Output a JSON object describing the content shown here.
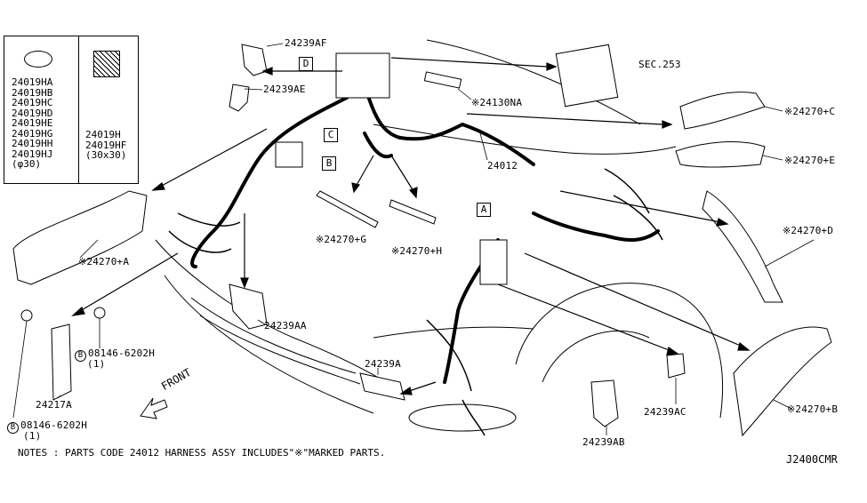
{
  "legend": {
    "oval_parts": [
      "24019HA",
      "24019HB",
      "24019HC",
      "24019HD",
      "24019HE",
      "24019HG",
      "24019HH",
      "24019HJ",
      "(φ30)"
    ],
    "square_parts": [
      "24019H",
      "24019HF",
      "(30x30)"
    ]
  },
  "callouts": {
    "c_24239AF": "24239AF",
    "c_24239AE": "24239AE",
    "c_sec253": "SEC.253",
    "c_24130NA": "※24130NA",
    "c_24270C": "※24270+C",
    "c_24270E": "※24270+E",
    "c_24012": "24012",
    "c_24270D": "※24270+D",
    "c_24270G": "※24270+G",
    "c_24270H": "※24270+H",
    "c_24270A": "※24270+A",
    "c_24239AA": "24239AA",
    "c_08146_top": "08146-6202H",
    "c_08146_top_qty": "(1)",
    "c_24217A": "24217A",
    "c_08146_bot": "08146-6202H",
    "c_08146_bot_qty": "(1)",
    "c_24239A": "24239A",
    "c_24239AC": "24239AC",
    "c_24239AB": "24239AB",
    "c_24270B": "※24270+B",
    "bolt_symbol": "B"
  },
  "ref_boxes": {
    "a": "A",
    "b": "B",
    "c": "C",
    "d": "D"
  },
  "front_label": "FRONT",
  "notes": "NOTES : PARTS CODE 24012 HARNESS ASSY INCLUDES\"※\"MARKED PARTS.",
  "figure_code": "J2400CMR"
}
